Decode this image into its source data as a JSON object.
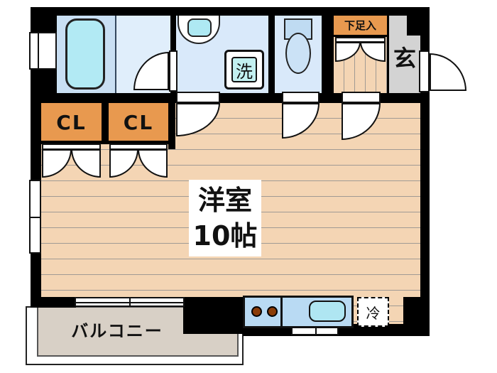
{
  "floorplan": {
    "rooms": {
      "western_room": {
        "name": "洋室",
        "size": "10帖"
      },
      "balcony": {
        "name": "バルコニー"
      },
      "entrance": {
        "name": "玄"
      },
      "closet_left": {
        "name": "CL"
      },
      "closet_right": {
        "name": "CL"
      },
      "shoe_cabinet": {
        "name": "下足入"
      }
    },
    "fixtures": {
      "washing_machine": {
        "name": "洗"
      },
      "refrigerator": {
        "name": "冷"
      }
    },
    "colors": {
      "wall": "#000000",
      "wood_floor": "#F4D5B4",
      "floor_stripe": "#A09A94",
      "closet_orange": "#E8994F",
      "entrance_gray": "#D3D3D3",
      "wet_room_blue": "#D9E9FA",
      "bathtub": "#B2EAF4",
      "kitchen_counter": "#B9DAF3",
      "kitchen_sink": "#AFE6F2",
      "burner_brown": "#8A3C08",
      "balcony_deck": "#D8D0C6"
    }
  }
}
